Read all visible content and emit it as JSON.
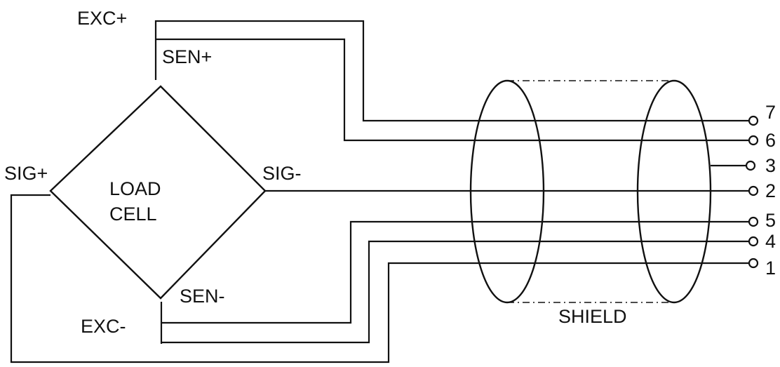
{
  "labels": {
    "exc_plus": "EXC+",
    "sen_plus": "SEN+",
    "sig_plus": "SIG+",
    "sig_minus": "SIG-",
    "load": "LOAD",
    "cell": "CELL",
    "sen_minus": "SEN-",
    "exc_minus": "EXC-",
    "shield": "SHIELD"
  },
  "pins": [
    "7",
    "6",
    "3",
    "2",
    "5",
    "4",
    "1"
  ]
}
